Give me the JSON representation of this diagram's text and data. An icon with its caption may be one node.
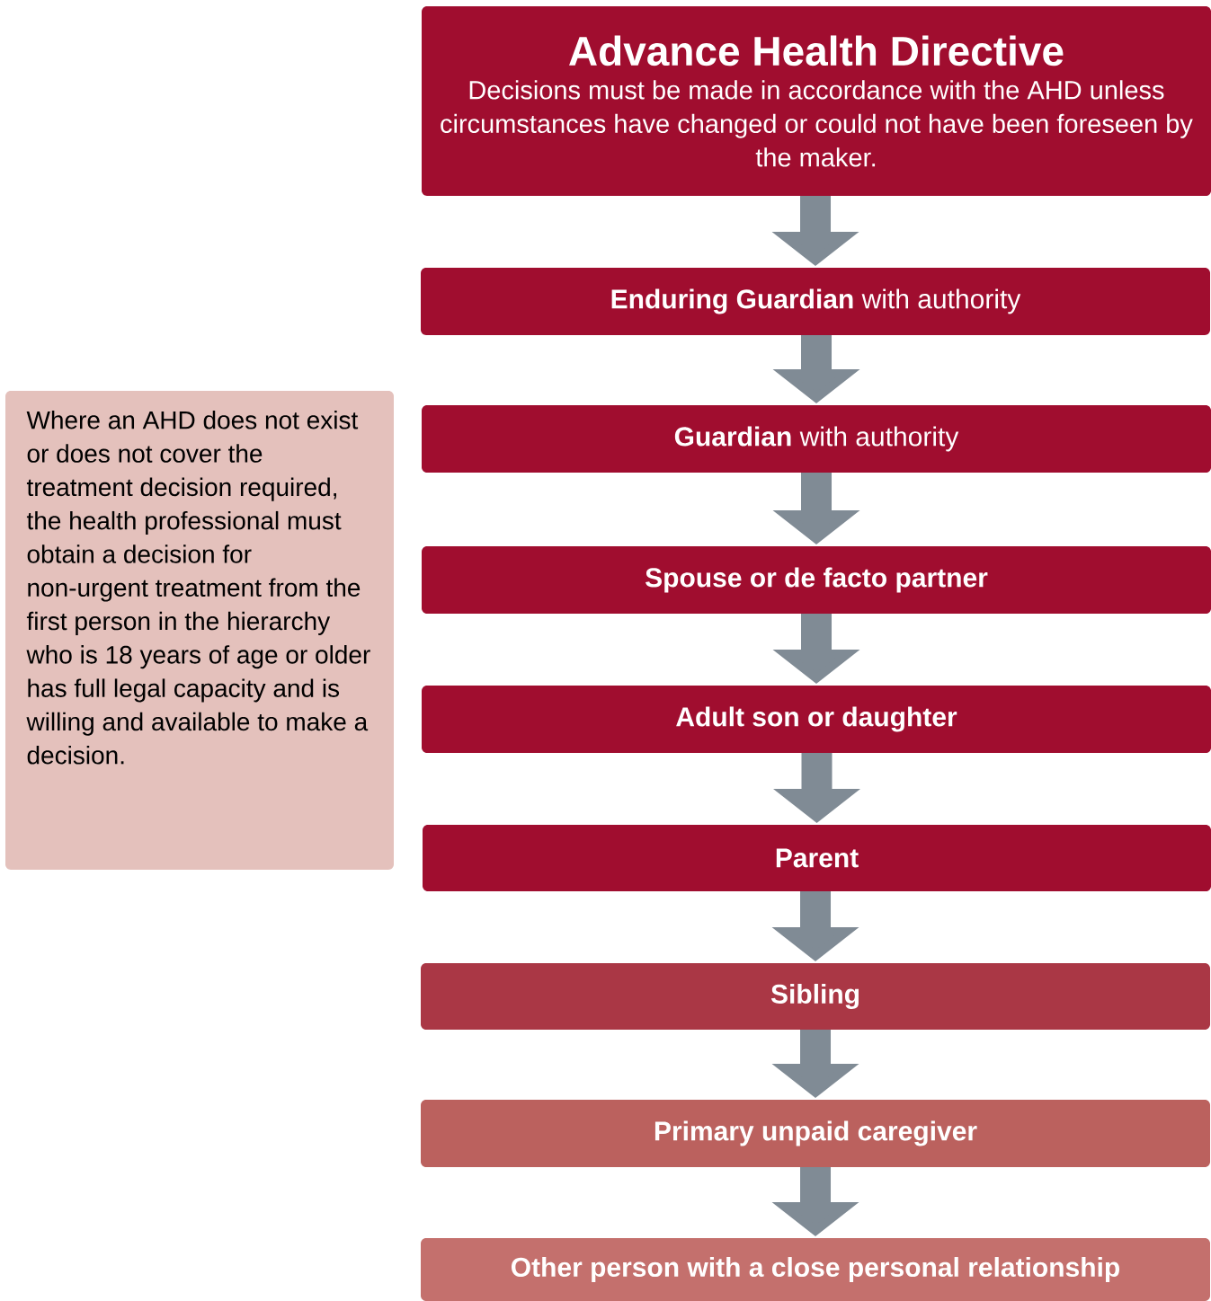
{
  "diagram": {
    "nodes": [
      {
        "text": [
          "Advance Health Directive",
          "Decisions must be made in accordance with the AHD unless circumstances have changed or could not have been foreseen by the maker."
        ]
      },
      {
        "text": [
          "**Enduring Guardian** with authority"
        ]
      },
      {
        "text": [
          "**Guardian** with authority"
        ]
      },
      {
        "text": [
          "Spouse or de facto partner"
        ]
      },
      {
        "text": [
          "Adult son or daughter"
        ]
      },
      {
        "text": [
          "Parent"
        ]
      },
      {
        "text": [
          "Sibling"
        ]
      },
      {
        "text": [
          "Primary unpaid caregiver"
        ]
      },
      {
        "text": [
          "Other person with a close personal relationship"
        ]
      },
      {
        "text": [
          "Where an AHD does not exist or does not cover the treatment decision required, the health professional must obtain a decision for non-urgent treatment from the first person in the hierarchy who is 18 years of age or older has full legal capacity and is willing and available to make a decision."
        ]
      }
    ],
    "edges": [
      {
        "from": 0,
        "to": 1,
        "arrow": "to"
      },
      {
        "from": 1,
        "to": 2,
        "arrow": "to"
      },
      {
        "from": 2,
        "to": 3,
        "arrow": "to"
      },
      {
        "from": 3,
        "to": 4,
        "arrow": "to"
      },
      {
        "from": 4,
        "to": 5,
        "arrow": "to"
      },
      {
        "from": 5,
        "to": 6,
        "arrow": "to"
      },
      {
        "from": 6,
        "to": 7,
        "arrow": "to"
      },
      {
        "from": 7,
        "to": 8,
        "arrow": "to"
      }
    ]
  }
}
